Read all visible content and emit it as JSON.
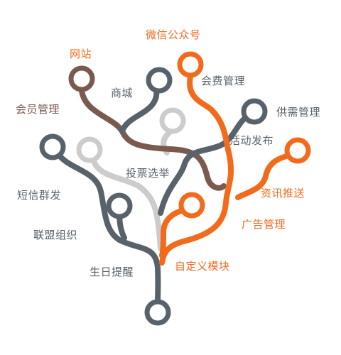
{
  "colors": {
    "gray": "#58626b",
    "brown": "#7a5a4e",
    "orange": "#f26b1d",
    "light": "#cccccc"
  },
  "labels": {
    "wechat": "微信公众号",
    "website": "网站",
    "fee": "会费管理",
    "mall": "商城",
    "member": "会员管理",
    "supply": "供需管理",
    "activity": "活动发布",
    "vote": "投票选举",
    "news": "资讯推送",
    "sms": "短信群发",
    "ad": "广告管理",
    "alliance": "联盟组织",
    "custom": "自定义模块",
    "birthday": "生日提醒"
  }
}
